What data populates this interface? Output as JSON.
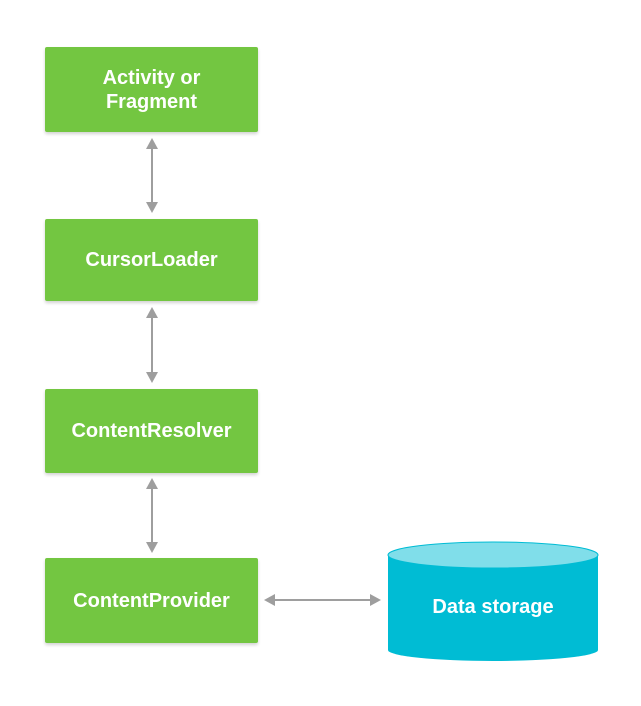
{
  "nodes": {
    "activity": {
      "line1": "Activity or",
      "line2": "Fragment"
    },
    "cursor_loader": {
      "label": "CursorLoader"
    },
    "content_resolver": {
      "label": "ContentResolver"
    },
    "content_provider": {
      "label": "ContentProvider"
    },
    "data_storage": {
      "label": "Data storage"
    }
  },
  "colors": {
    "node_fill": "#73c641",
    "storage_body": "#00bcd4",
    "storage_top": "#80deea",
    "connector": "#9e9e9e"
  }
}
